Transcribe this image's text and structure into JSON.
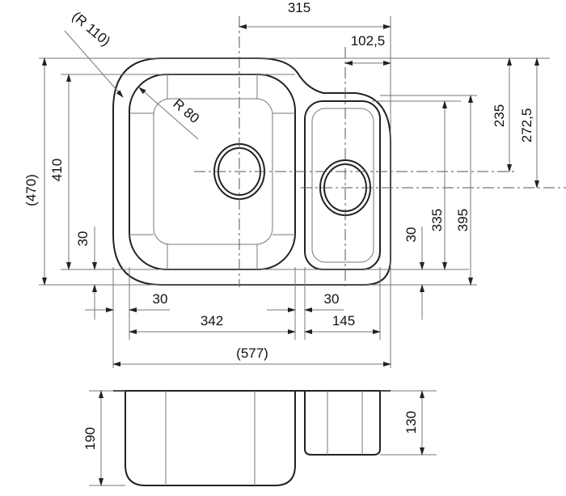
{
  "drawing": {
    "title": "Double bowl undermount sink dimension drawing",
    "dims": {
      "overall_depth_315": "315",
      "offset_102_5": "102,5",
      "radius_outer": "(R  110)",
      "radius_inner": "R  80",
      "height_470": "(470)",
      "height_410": "410",
      "left_30_v": "30",
      "height_235": "235",
      "height_272_5": "272,5",
      "right_30_v": "30",
      "height_335": "335",
      "height_395": "395",
      "left_30_h": "30",
      "right_30_h": "30",
      "width_342": "342",
      "width_145": "145",
      "width_577": "(577)",
      "depth_190": "190",
      "depth_130": "130"
    }
  }
}
